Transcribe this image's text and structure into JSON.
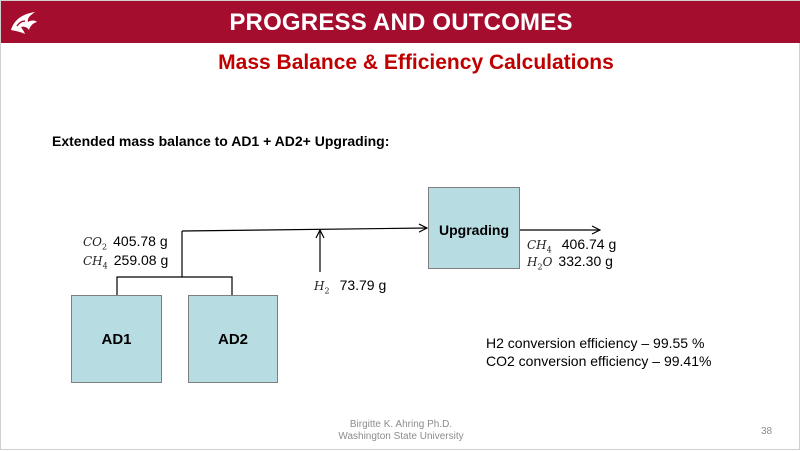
{
  "header": {
    "title": "PROGRESS AND OUTCOMES"
  },
  "subtitle": "Mass Balance & Efficiency Calculations",
  "section_heading": "Extended mass balance to AD1 + AD2+ Upgrading:",
  "diagram": {
    "boxes": {
      "upgrading": "Upgrading",
      "ad1": "AD1",
      "ad2": "AD2"
    },
    "inputs": {
      "co2": {
        "symbol": "CO",
        "sub": "2",
        "value": "405.78 g"
      },
      "ch4": {
        "symbol": "CH",
        "sub": "4",
        "value": "259.08 g"
      },
      "h2": {
        "symbol": "H",
        "sub": "2",
        "value": "73.79 g"
      }
    },
    "outputs": {
      "ch4": {
        "symbol": "CH",
        "sub": "4",
        "value": "406.74 g"
      },
      "h2o": {
        "symbol": "H",
        "sub": "2",
        "tail": "O",
        "value": "332.30 g"
      }
    }
  },
  "efficiency": {
    "h2": "H2 conversion efficiency – 99.55 %",
    "co2": "CO2 conversion efficiency – 99.41%"
  },
  "footer": {
    "author": "Birgitte K. Ahring Ph.D.",
    "institution": "Washington State University"
  },
  "page_number": "38",
  "colors": {
    "header": "#a50d2e",
    "subtitle": "#c00000",
    "box_fill": "#b7dde3"
  }
}
